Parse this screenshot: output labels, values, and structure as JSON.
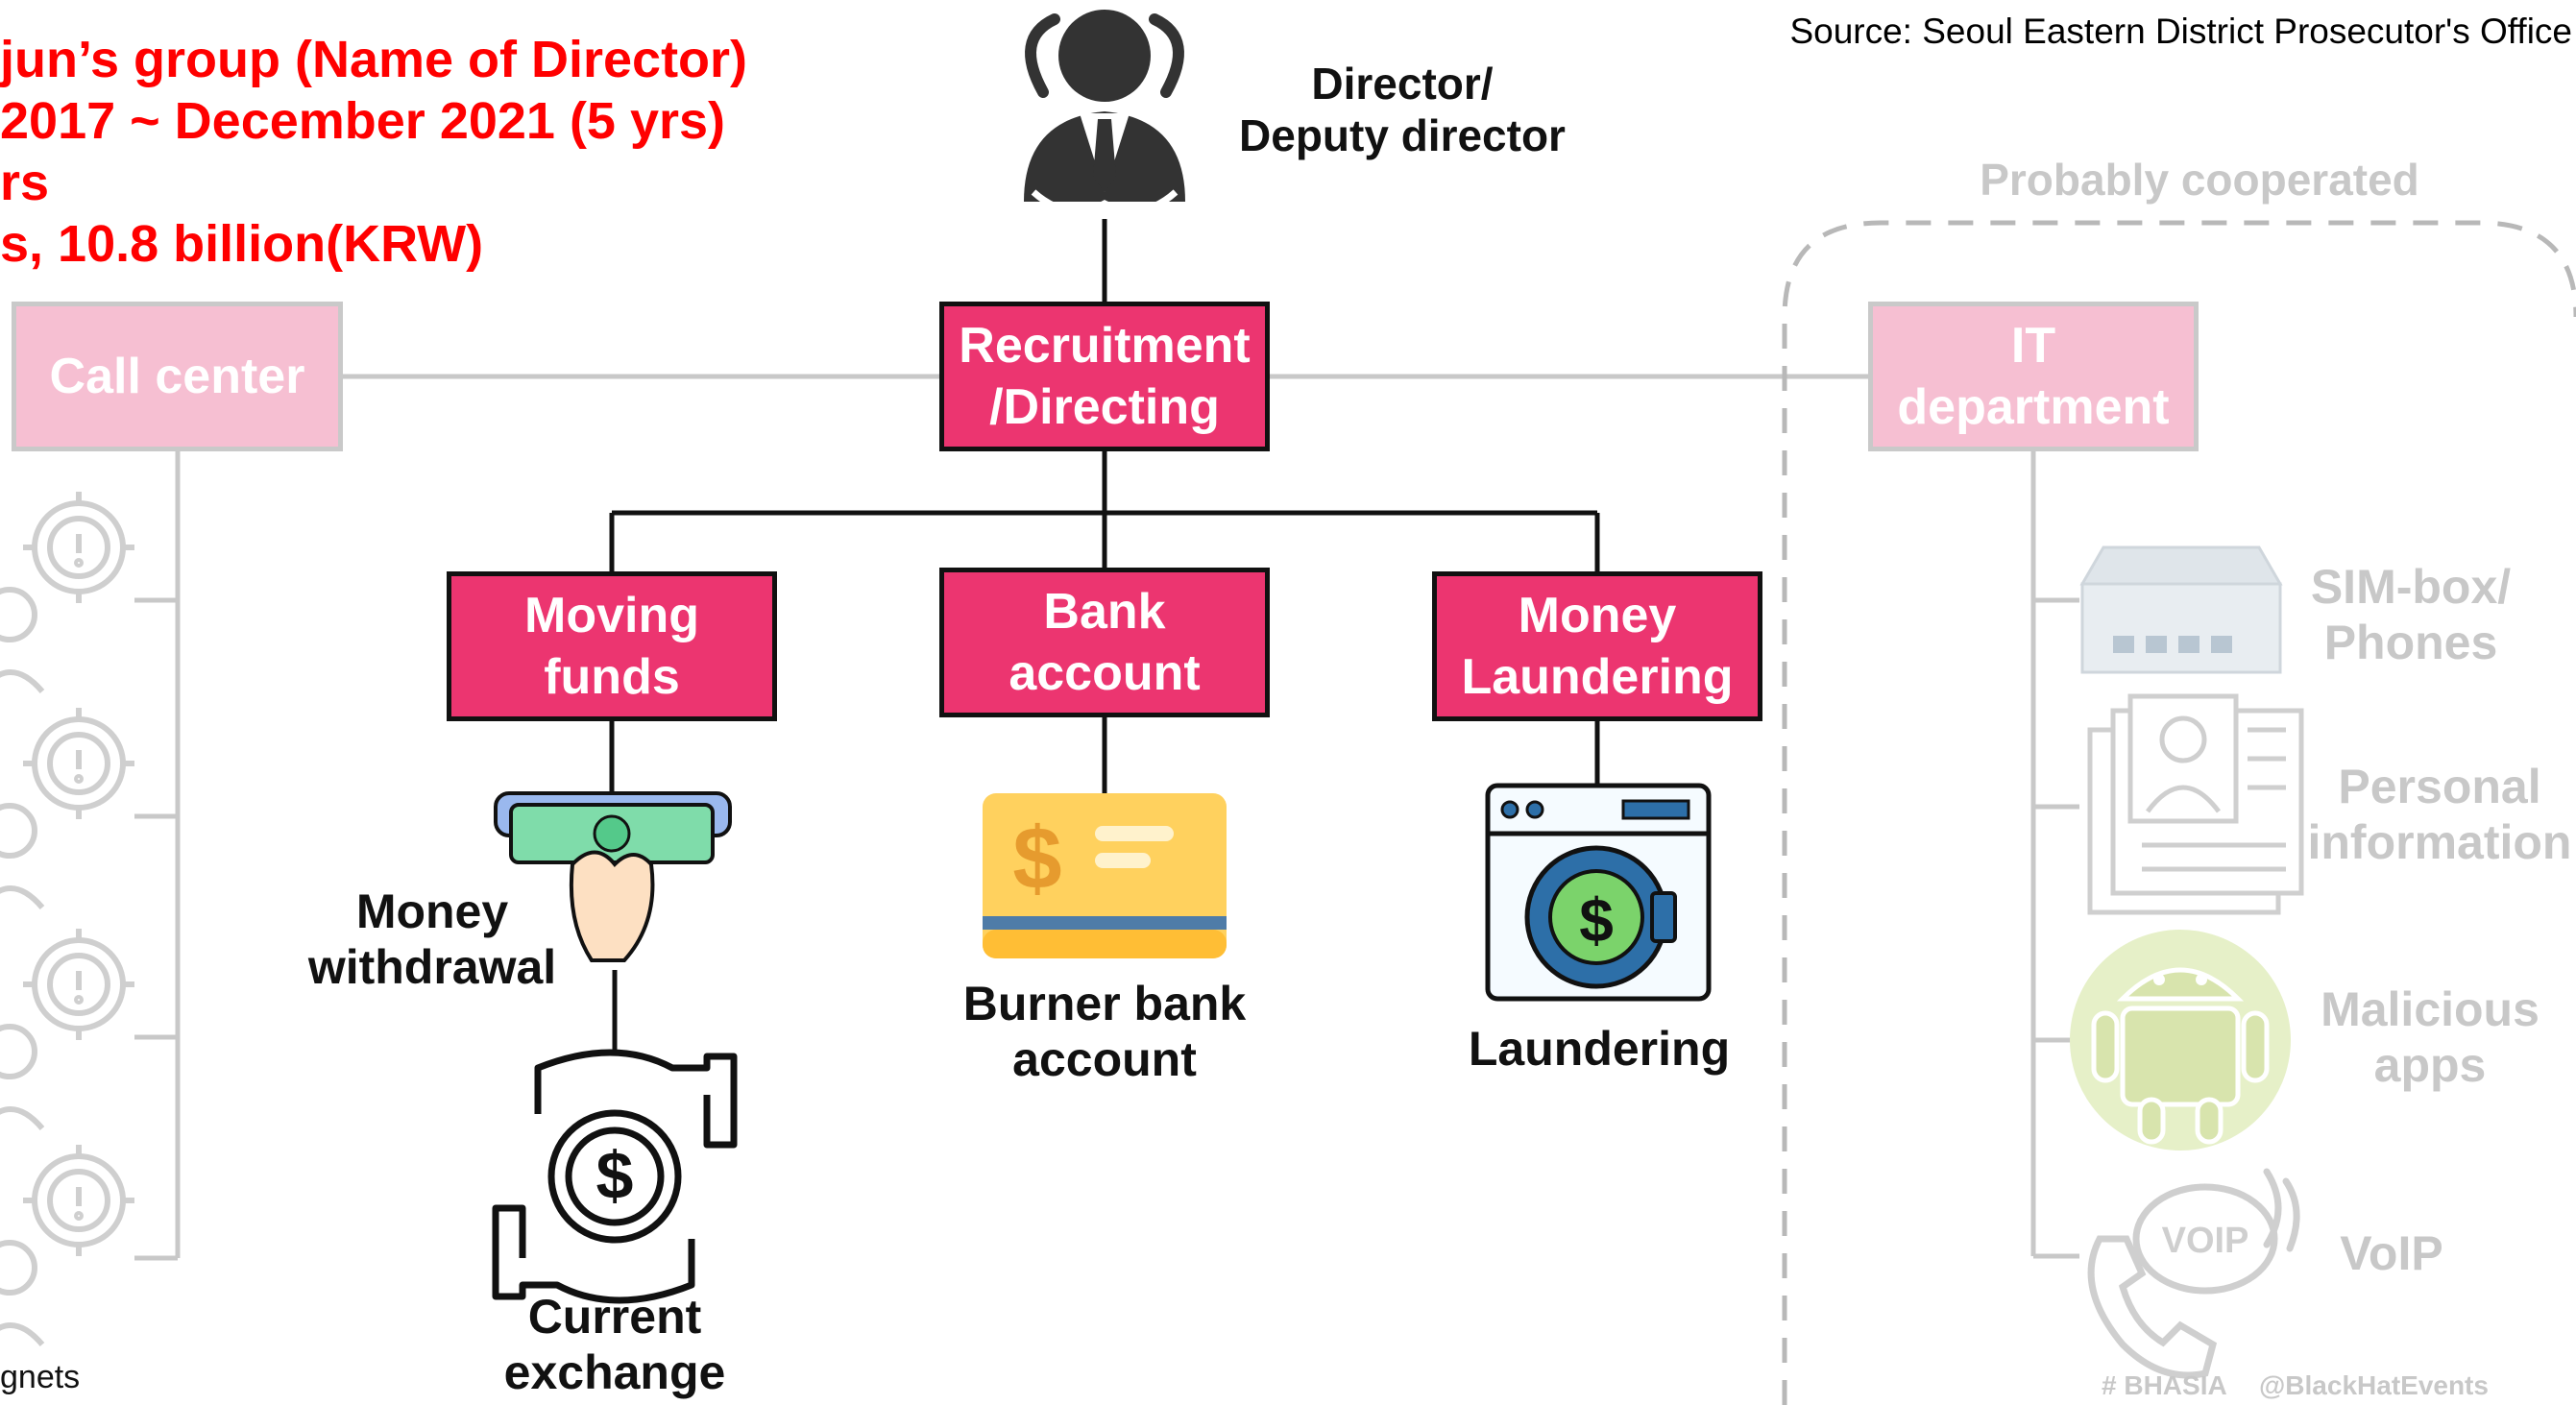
{
  "info": {
    "line1": "jun’s group (Name of Director)",
    "line2": "2017 ~ December 2021 (5 yrs)",
    "line3": "rs",
    "line4": "s, 10.8 billion(KRW)"
  },
  "source": "Source: Seoul Eastern District Prosecutor's Office",
  "director_label": "Director/\nDeputy director",
  "probably_cooperated": "Probably cooperated",
  "boxes": {
    "call_center": "Call center",
    "recruitment": "Recruitment\n/Directing",
    "it_department": "IT\ndepartment",
    "moving_funds": "Moving\nfunds",
    "bank_account": "Bank\naccount",
    "money_laundering": "Money\nLaundering"
  },
  "items": {
    "money_withdrawal": "Money\nwithdrawal",
    "current_exchange": "Current\nexchange",
    "burner_bank_account": "Burner bank\naccount",
    "laundering": "Laundering"
  },
  "it_items": {
    "sim_box": "SIM-box/\nPhones",
    "personal_info": "Personal\ninformation",
    "malicious_apps": "Malicious\napps",
    "voip": "VoIP",
    "voip_badge": "VOIP"
  },
  "caller_label": "gnets",
  "footer": {
    "hashtag": "# BHASIA",
    "handle": "@BlackHatEvents"
  },
  "colors": {
    "main_box": "#ec3570",
    "faded_box": "#f6bfd2",
    "info_text": "#ff0000",
    "faded": "#c8c8c8"
  },
  "icons": [
    "businessman-icon",
    "operator-icon",
    "gear-alert-icon",
    "cash-hand-icon",
    "currency-exchange-icon",
    "bank-card-icon",
    "washing-machine-icon",
    "sim-box-icon",
    "id-document-icon",
    "android-icon",
    "voip-phone-icon"
  ]
}
